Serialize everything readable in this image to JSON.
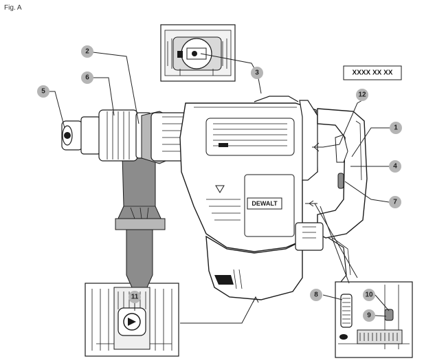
{
  "figure": {
    "label": "Fig. A",
    "brand": "DEWALT",
    "date_code": "XXXX XX XX"
  },
  "callouts": [
    {
      "id": "1",
      "label": "1"
    },
    {
      "id": "2",
      "label": "2"
    },
    {
      "id": "3",
      "label": "3"
    },
    {
      "id": "4",
      "label": "4"
    },
    {
      "id": "5",
      "label": "5"
    },
    {
      "id": "6",
      "label": "6"
    },
    {
      "id": "7",
      "label": "7"
    },
    {
      "id": "8",
      "label": "8"
    },
    {
      "id": "9",
      "label": "9"
    },
    {
      "id": "10",
      "label": "10"
    },
    {
      "id": "11",
      "label": "11"
    },
    {
      "id": "12",
      "label": "12"
    }
  ]
}
